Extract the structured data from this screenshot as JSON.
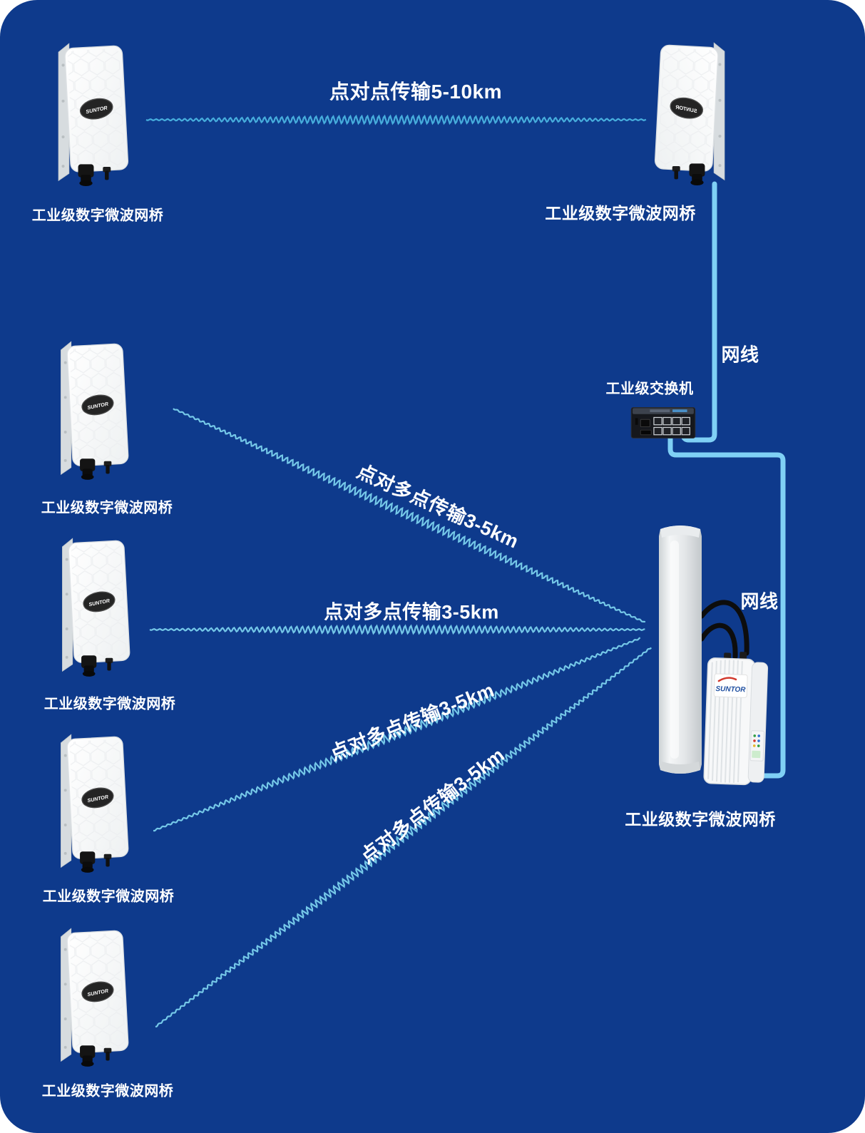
{
  "page": {
    "background_color": "#0e3a8c",
    "outer_background": "#ffffff"
  },
  "labels": {
    "bridge": "工业级数字微波网桥",
    "switch": "工业级交换机",
    "cable": "网线",
    "p2p_link": "点对点传输5-10km",
    "p2mp_link": "点对多点传输3-5km"
  },
  "brand": {
    "name": "SUNTOR"
  },
  "colors": {
    "p2p_wave": "#47aedd",
    "p2mp_wave": "#75c8e8",
    "cable": "#7fd0f5",
    "black_cable": "#0d0d0d",
    "label_text": "#ffffff"
  }
}
